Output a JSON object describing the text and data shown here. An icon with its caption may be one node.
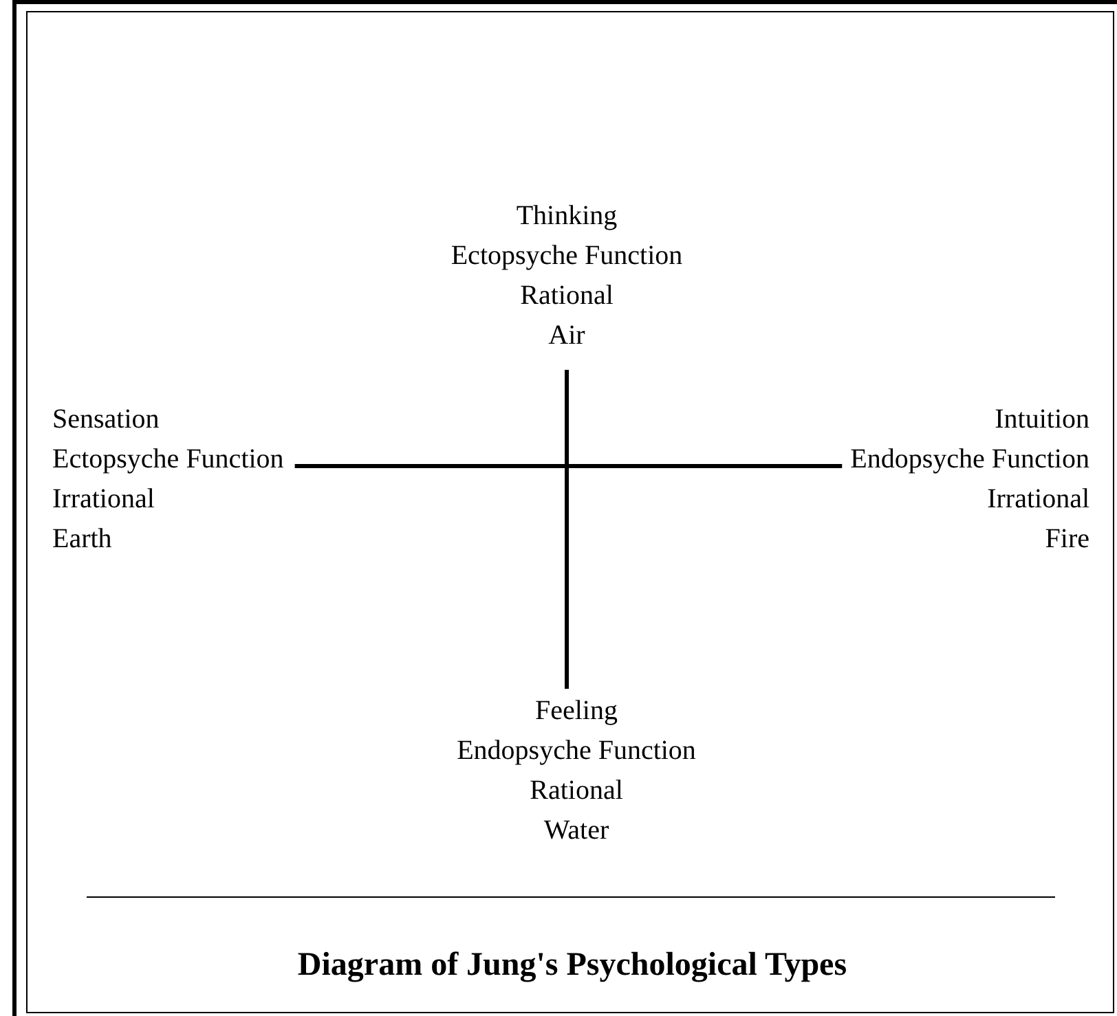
{
  "diagram": {
    "caption": "Diagram of Jung's Psychological Types",
    "nodes": [
      {
        "text": [
          "Thinking",
          "Ectopsyche Function",
          "Rational",
          "Air"
        ]
      },
      {
        "text": [
          "Sensation",
          "Ectopsyche Function",
          "Irrational",
          "Earth"
        ]
      },
      {
        "text": [
          "Intuition",
          "Endopsyche Function",
          "Irrational",
          "Fire"
        ]
      },
      {
        "text": [
          "Feeling",
          "Endopsyche Function",
          "Rational",
          "Water"
        ]
      }
    ],
    "edges": [
      {
        "from": 0,
        "to": 3,
        "arrow": "none"
      },
      {
        "from": 1,
        "to": 2,
        "arrow": "none"
      }
    ]
  }
}
